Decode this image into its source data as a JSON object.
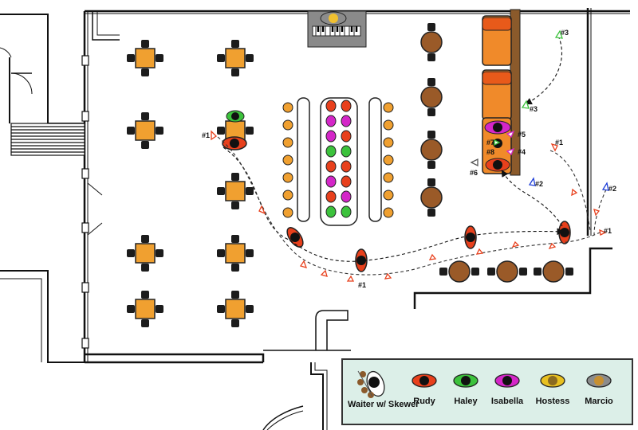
{
  "legend": {
    "waiter": "Waiter w/ Skewer",
    "rudy": "Rudy",
    "haley": "Haley",
    "isabella": "Isabella",
    "hostess": "Hostess",
    "marcio": "Marcio"
  },
  "colors": {
    "rudy": "#e8401c",
    "haley": "#3cc23c",
    "isabella": "#d426c8",
    "hostess": "#e8c020",
    "marcio": "#8c8c8c",
    "table": "#f0a030",
    "booth": "#f08a2a",
    "legend_bg": "#dcefe8"
  },
  "markers": {
    "m1a": "#1",
    "m1b": "#1",
    "m1c": "#1",
    "m2a": "#2",
    "m2b": "#2",
    "m3a": "#3",
    "m3b": "#3",
    "m4": "#4",
    "m5": "#5",
    "m6": "#6",
    "m7": "#7",
    "m8": "#8"
  }
}
